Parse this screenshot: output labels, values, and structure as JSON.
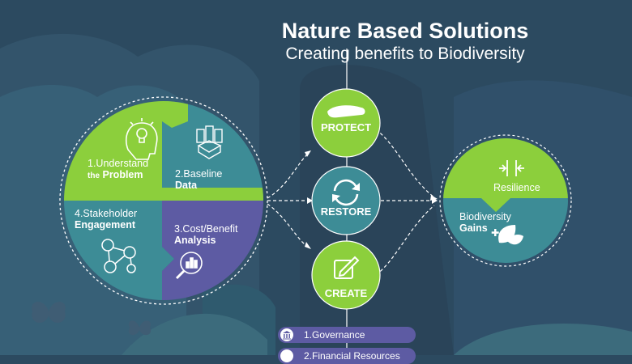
{
  "title": {
    "line1": "Nature Based Solutions",
    "line2": "Creating benefits to Biodiversity"
  },
  "steps": [
    {
      "num": "1.Understand",
      "emph_prefix": "the",
      "emph": "Problem"
    },
    {
      "num": "2.Baseline",
      "emph": "Data"
    },
    {
      "num": "3.Cost/Benefit",
      "emph": "Analysis"
    },
    {
      "num": "4.Stakeholder",
      "emph": "Engagement"
    }
  ],
  "actions": {
    "protect": "PROTECT",
    "restore": "RESTORE",
    "create": "CREATE"
  },
  "outcomes": {
    "resilience": "Resilience",
    "biodiversity_line1": "Biodiversity",
    "biodiversity_line2": "Gains"
  },
  "bars": [
    {
      "label": "1.Governance"
    },
    {
      "label": "2.Financial Resources"
    }
  ],
  "colors": {
    "background": "#2c4a60",
    "green": "#8ccf3c",
    "teal": "#3d8c96",
    "purple": "#5d5ba3"
  }
}
